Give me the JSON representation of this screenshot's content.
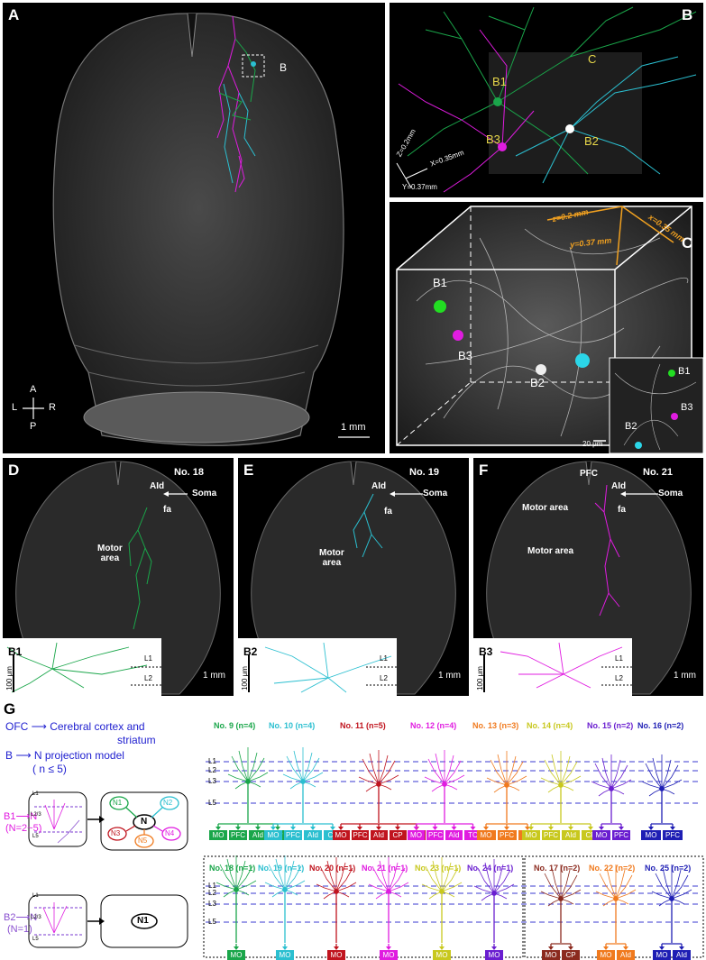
{
  "panels": {
    "A": {
      "label": "A",
      "callout": "B",
      "scale": "1 mm",
      "compass": {
        "a": "A",
        "p": "P",
        "l": "L",
        "r": "R"
      }
    },
    "B": {
      "label": "B",
      "labels": {
        "b1": "B1",
        "b2": "B2",
        "b3": "B3",
        "c": "C"
      },
      "axes": {
        "z": "Z=0.2mm",
        "x": "X=0.35mm",
        "y": "Y=0.37mm"
      }
    },
    "C": {
      "label": "C",
      "labels": {
        "b1": "B1",
        "b2": "B2",
        "b3": "B3"
      },
      "dims": {
        "z": "z=0.2 mm",
        "y": "y=0.37 mm",
        "x": "x=0.35 mm"
      },
      "scale": "20 μm",
      "inset": {
        "b1": "B1",
        "b2": "B2",
        "b3": "B3"
      }
    },
    "D": {
      "label": "D",
      "number": "No. 18",
      "ald": "AId",
      "soma": "Soma",
      "fa": "fa",
      "motor": "Motor\narea",
      "inset": {
        "label": "B1",
        "l1": "L1",
        "l2": "L2",
        "scale_v": "100 μm",
        "scale_h": "1 mm"
      }
    },
    "E": {
      "label": "E",
      "number": "No. 19",
      "ald": "AId",
      "soma": "Soma",
      "fa": "fa",
      "motor": "Motor\narea",
      "inset": {
        "label": "B2",
        "l1": "L1",
        "l2": "L2",
        "scale_v": "100 μm",
        "scale_h": "1 mm"
      }
    },
    "F": {
      "label": "F",
      "number": "No. 21",
      "pfc": "PFC",
      "ald": "AId",
      "soma": "Soma",
      "fa": "fa",
      "motor1": "Motor area",
      "motor2": "Motor area",
      "inset": {
        "label": "B3",
        "l1": "L1",
        "l2": "L2",
        "scale_v": "100 μm",
        "scale_h": "1 mm"
      }
    }
  },
  "G": {
    "label": "G",
    "title1": "OFC ⟶ Cerebral cortex and",
    "title2": "striatum",
    "title3": "B ⟶ N projection model",
    "title4": "( n ≤ 5)",
    "b1": "B1⟶N",
    "b1sub": "(N=2~5)",
    "b2": "B2⟶N",
    "b2sub": "(N=1)",
    "nodes": {
      "n": "N",
      "n1": "N1",
      "n2": "N2",
      "n3": "N3",
      "n4": "N4",
      "n5": "N5",
      "single": "N1"
    },
    "mini_layers": [
      "L1",
      "L2/3",
      "L5"
    ],
    "layers": [
      "L1",
      "L2",
      "L3",
      "L5"
    ],
    "row1": [
      {
        "title": "No. 9 (n=4)",
        "color": "#1aa64a",
        "boxes": [
          "MO",
          "PFC",
          "AId",
          "CP"
        ]
      },
      {
        "title": "No. 10 (n=4)",
        "color": "#2bbfd0",
        "boxes": [
          "MO",
          "PFC",
          "AId",
          "CP"
        ]
      },
      {
        "title": "No. 11 (n=5)",
        "color": "#c0141e",
        "boxes": [
          "MO",
          "PFC",
          "AId",
          "CP",
          "SSs"
        ]
      },
      {
        "title": "No. 12 (n=4)",
        "color": "#e01ce0",
        "boxes": [
          "MO",
          "PFC",
          "AId",
          "TC"
        ]
      },
      {
        "title": "No. 13 (n=3)",
        "color": "#f07a1e",
        "boxes": [
          "MO",
          "PFC",
          "AId"
        ]
      },
      {
        "title": "No. 14 (n=4)",
        "color": "#c8c81e",
        "boxes": [
          "MO",
          "PFC",
          "AId",
          "CP"
        ]
      },
      {
        "title": "No. 15 (n=2)",
        "color": "#6a1ed0",
        "boxes": [
          "MO",
          "PFC"
        ]
      },
      {
        "title": "No. 16 (n=2)",
        "color": "#1e1eb4",
        "boxes": [
          "MO",
          "PFC"
        ]
      }
    ],
    "row2": [
      {
        "title": "No. 18 (n=1)",
        "color": "#1aa64a",
        "boxes": [
          "MO"
        ]
      },
      {
        "title": "No. 19 (n=1)",
        "color": "#2bbfd0",
        "boxes": [
          "MO"
        ]
      },
      {
        "title": "No. 20 (n=1)",
        "color": "#c0141e",
        "boxes": [
          "MO"
        ]
      },
      {
        "title": "No. 21 (n=1)",
        "color": "#e01ce0",
        "boxes": [
          "MO"
        ]
      },
      {
        "title": "No. 23 (n=1)",
        "color": "#c8c81e",
        "boxes": [
          "MO"
        ]
      },
      {
        "title": "No. 24 (n=1)",
        "color": "#6a1ed0",
        "boxes": [
          "MO"
        ]
      },
      {
        "title": "No. 17 (n=2)",
        "color": "#8b2a1e",
        "boxes": [
          "MO",
          "CP"
        ]
      },
      {
        "title": "No. 22 (n=2)",
        "color": "#f07a1e",
        "boxes": [
          "MO",
          "AId"
        ]
      },
      {
        "title": "No. 25 (n=2)",
        "color": "#1e1eb4",
        "boxes": [
          "MO",
          "AId"
        ]
      }
    ]
  }
}
